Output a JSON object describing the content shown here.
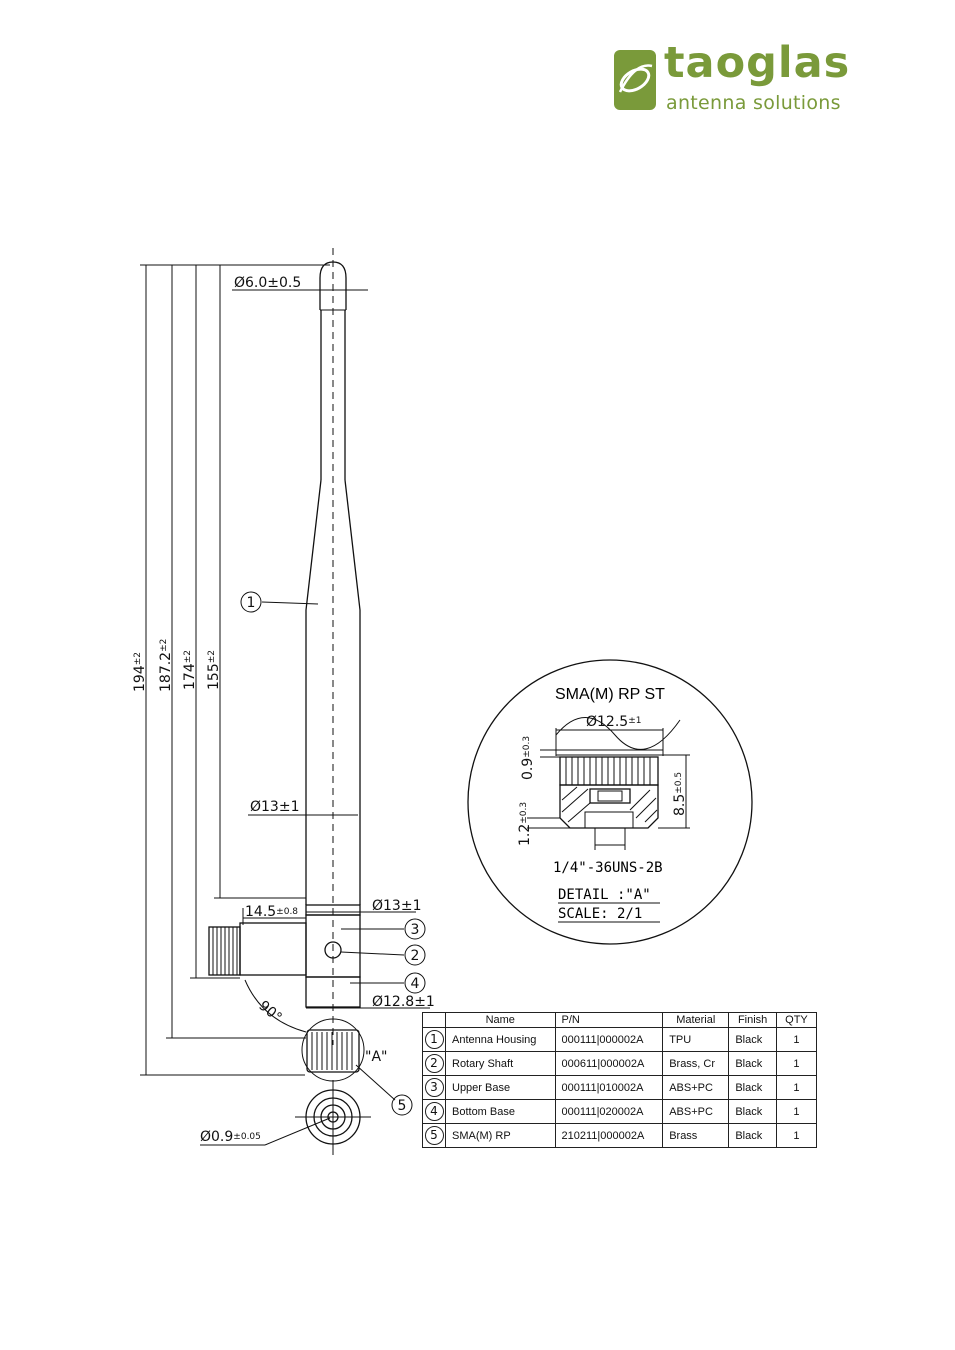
{
  "logo": {
    "brand": "taoglas",
    "tagline": "antenna solutions",
    "color": "#7a9a3a"
  },
  "dimensions": {
    "tip_diameter": "Ø6.0±0.5",
    "h_total": "194",
    "h_total_tol": "±2",
    "h_187": "187.2",
    "h_187_tol": "±2",
    "h_174": "174",
    "h_174_tol": "±2",
    "h_155": "155",
    "h_155_tol": "±2",
    "body_diameter": "Ø13±1",
    "base_diameter": "Ø13±1",
    "side_length": "14.5",
    "side_length_tol": "±0.8",
    "bottom_diameter": "Ø12.8±1",
    "angle": "90°",
    "pin_diameter": "Ø0.9",
    "pin_diameter_tol": "±0.05",
    "detail_ref": "\"A\""
  },
  "callouts": [
    "1",
    "2",
    "3",
    "4",
    "5"
  ],
  "detail": {
    "title": "SMA(M) RP ST",
    "d_outer": "Ø12.5",
    "d_outer_tol": "±1",
    "d_09": "0.9",
    "d_09_tol": "±0.3",
    "d_85": "8.5",
    "d_85_tol": "±0.5",
    "d_12": "1.2",
    "d_12_tol": "±0.3",
    "thread": "1/4\"-36UNS-2B",
    "label": "DETAIL :\"A\"",
    "scale": "SCALE: 2/1"
  },
  "table": {
    "headers": {
      "num": "",
      "name": "Name",
      "pn": "P/N",
      "material": "Material",
      "finish": "Finish",
      "qty": "QTY"
    },
    "rows": [
      {
        "num": "1",
        "name": "Antenna  Housing",
        "pn": "000111|000002A",
        "material": "TPU",
        "finish": "Black",
        "qty": "1"
      },
      {
        "num": "2",
        "name": "Rotary Shaft",
        "pn": "000611|000002A",
        "material": "Brass, Cr",
        "finish": "Black",
        "qty": "1"
      },
      {
        "num": "3",
        "name": "Upper Base",
        "pn": "000111|010002A",
        "material": "ABS+PC",
        "finish": "Black",
        "qty": "1"
      },
      {
        "num": "4",
        "name": "Bottom Base",
        "pn": "000111|020002A",
        "material": "ABS+PC",
        "finish": "Black",
        "qty": "1"
      },
      {
        "num": "5",
        "name": "SMA(M) RP",
        "pn": "210211|000002A",
        "material": "Brass",
        "finish": "Black",
        "qty": "1"
      }
    ]
  }
}
